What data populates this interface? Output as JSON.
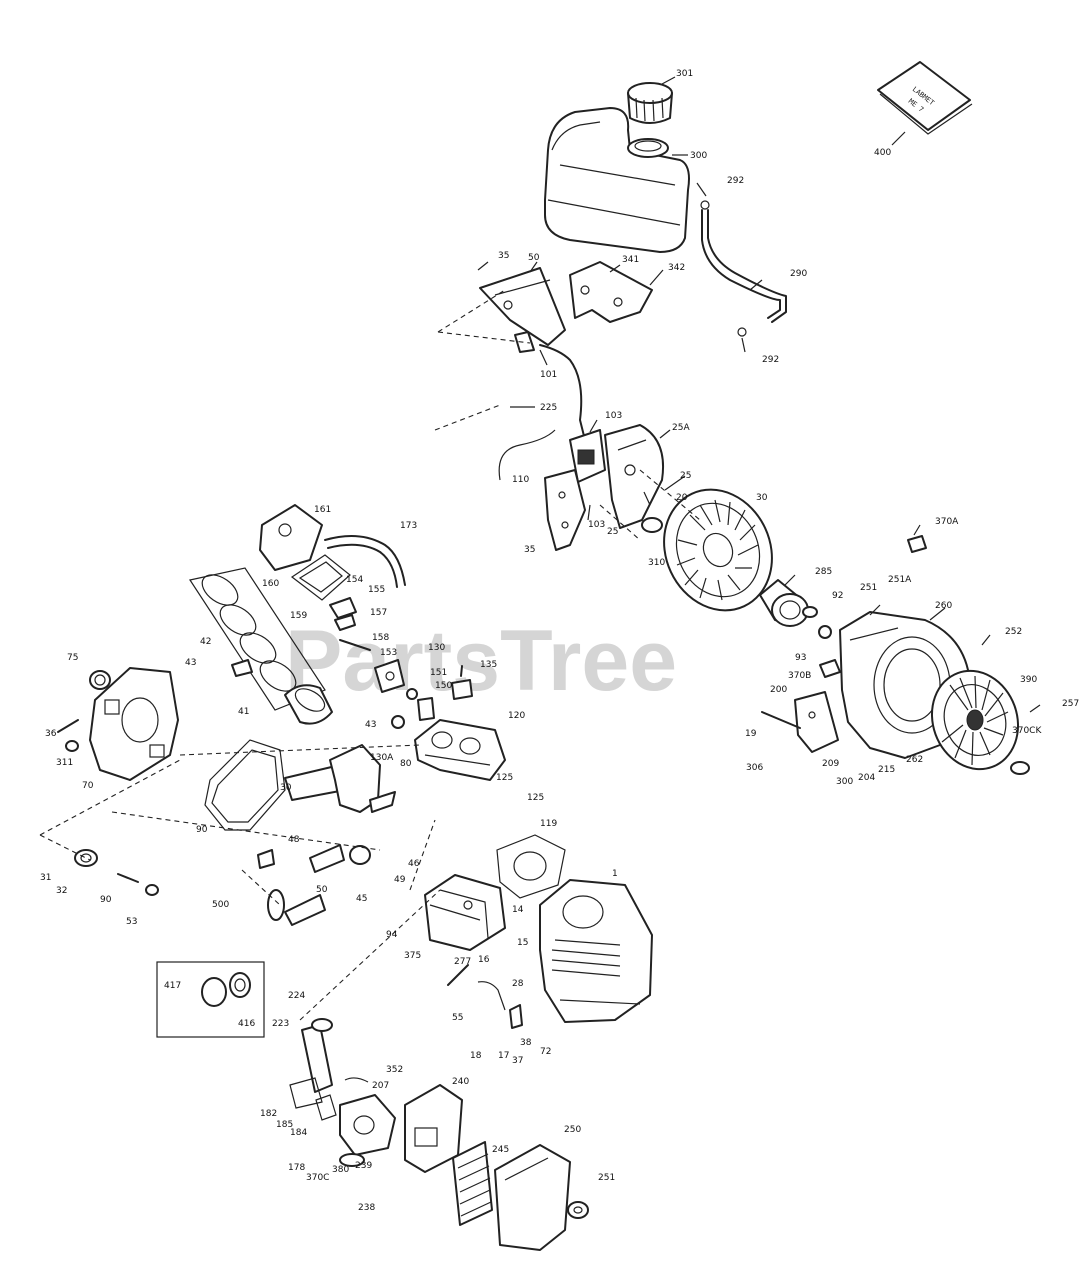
{
  "watermark": "PartsTree",
  "manual_book": {
    "line1": "LABMET",
    "line2": "ME 7"
  },
  "callouts": {
    "c301": "301",
    "c300": "300",
    "c400": "400",
    "c292a": "292",
    "c292b": "292",
    "c290": "290",
    "c35a": "35",
    "c50": "50",
    "c341": "341",
    "c342": "342",
    "c101": "101",
    "c225": "225",
    "c103a": "103",
    "c25A": "25A",
    "c110": "110",
    "c25a": "25",
    "c20": "20",
    "c103b": "103",
    "c25b": "25",
    "c35b": "35",
    "c310": "310",
    "c30": "30",
    "c370A": "370A",
    "c285": "285",
    "c251": "251",
    "c251A": "251A",
    "c260": "260",
    "c252": "252",
    "c92": "92",
    "c93": "93",
    "c370B": "370B",
    "c200": "200",
    "c19": "19",
    "c306": "306",
    "c209": "209",
    "c300b": "300",
    "c204": "204",
    "c215": "215",
    "c262": "262",
    "c390": "390",
    "c370CK": "370CK",
    "c257": "257",
    "c161": "161",
    "c173": "173",
    "c160": "160",
    "c154": "154",
    "c155": "155",
    "c159": "159",
    "c157": "157",
    "c42": "42",
    "c158": "158",
    "c153": "153",
    "c130": "130",
    "c151": "151",
    "c150": "150",
    "c135": "135",
    "c43a": "43",
    "c43b": "43",
    "c41": "41",
    "c130A": "130A",
    "c120": "120",
    "c75": "75",
    "c36": "36",
    "c311": "311",
    "c70": "70",
    "c90": "90",
    "c30b": "30",
    "c80": "80",
    "c125a": "125",
    "c125b": "125",
    "c119": "119",
    "c48": "48",
    "c46": "46",
    "c49": "49",
    "c45": "45",
    "c31": "31",
    "c32": "32",
    "c90b": "90",
    "c53": "53",
    "c500": "500",
    "c50b": "50",
    "c1": "1",
    "c14": "14",
    "c15": "15",
    "c375": "375",
    "c94": "94",
    "c277": "277",
    "c16": "16",
    "c28": "28",
    "c417": "417",
    "c416": "416",
    "c224": "224",
    "c223": "223",
    "c55": "55",
    "c18": "18",
    "c17": "17",
    "c38": "38",
    "c37": "37",
    "c72": "72",
    "c207": "207",
    "c352": "352",
    "c240": "240",
    "c182": "182",
    "c185": "185",
    "c184": "184",
    "c245": "245",
    "c250": "250",
    "c178": "178",
    "c370C": "370C",
    "c380": "380",
    "c239": "239",
    "c251b": "251",
    "c238": "238"
  }
}
